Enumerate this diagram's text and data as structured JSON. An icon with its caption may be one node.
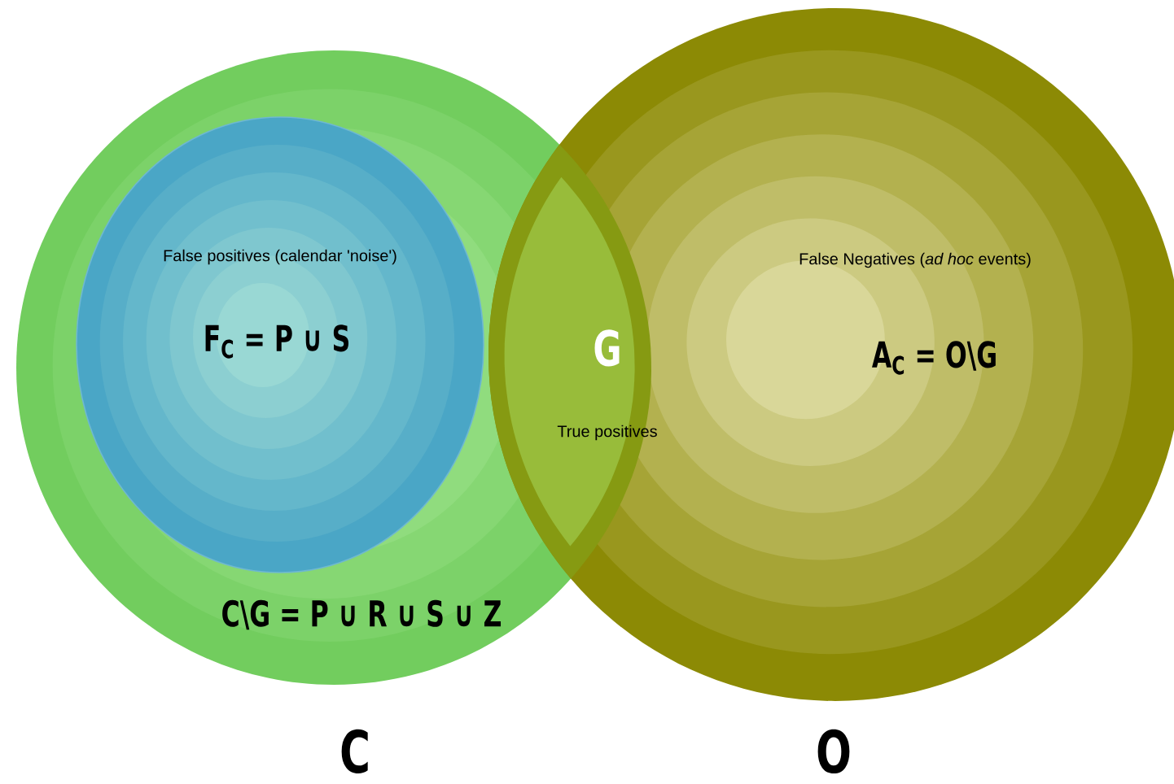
{
  "diagram": {
    "nodes": [
      {
        "text": [
          "C\\G = P ∪ R ∪ S ∪ Z",
          "C"
        ]
      },
      {
        "text": [
          "False positives (calendar 'noise')",
          "F$_{C}$ = P ∪ S"
        ],
        "in": 0
      },
      {
        "text": [
          "False Negatives (*ad hoc* events)",
          "A$_{C}$ = O\\G",
          "O"
        ]
      },
      {
        "text": [
          "G",
          "True positives"
        ]
      }
    ]
  }
}
